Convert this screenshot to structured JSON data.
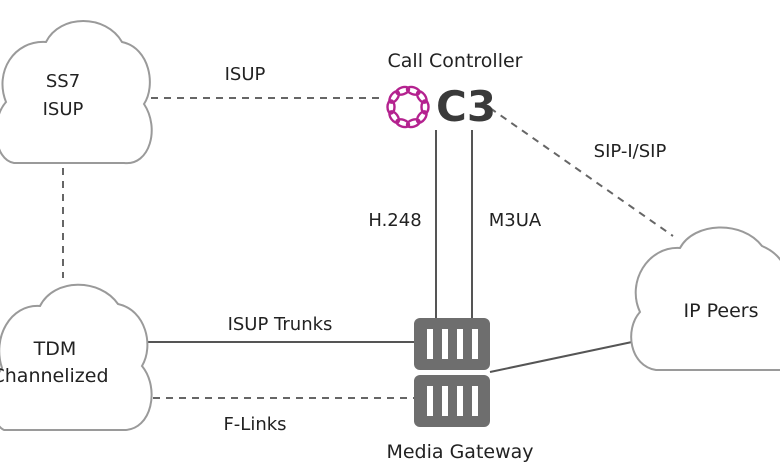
{
  "nodes": {
    "ss7": {
      "line1": "SS7",
      "line2": "ISUP"
    },
    "tdm": {
      "line1": "TDM",
      "line2": "Channelized"
    },
    "ip_peers": {
      "label": "IP Peers"
    },
    "call_controller": {
      "title": "Call Controller",
      "logo_text": "C3"
    },
    "media_gateway": {
      "label": "Media Gateway"
    }
  },
  "links": {
    "ss7_cc": "ISUP",
    "cc_ip": "SIP-I/SIP",
    "cc_mg_left": "H.248",
    "cc_mg_right": "M3UA",
    "tdm_mg_trunks": "ISUP Trunks",
    "tdm_mg_flinks": "F-Links"
  },
  "colors": {
    "logo_ring": "#b4228f",
    "logo_text": "#3a3a3a",
    "gateway": "#6e6e6e",
    "cloud_stroke": "#9a9a9a"
  },
  "icons": {
    "logo": "ring-of-beads-icon",
    "gateway": "server-rack-icon",
    "cloud": "cloud-icon"
  }
}
